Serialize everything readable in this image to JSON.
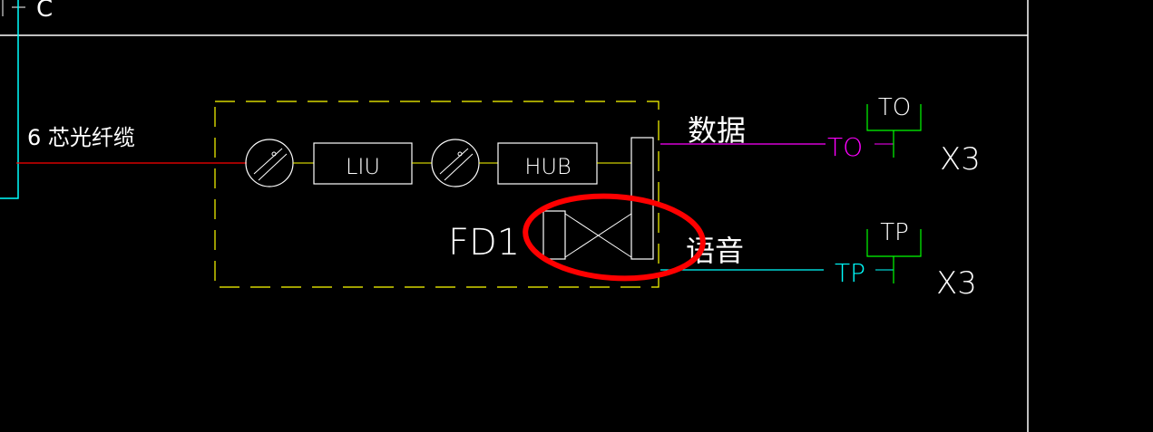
{
  "drawing": {
    "background": "#000000",
    "colors": {
      "white": "#ffffff",
      "yellow": "#ffff00",
      "red": "#ff0000",
      "cyan": "#00ffff",
      "magenta": "#ff00ff",
      "green": "#00ff00",
      "annotation": "#ff0000"
    },
    "top_fragment": {
      "text": "C"
    },
    "fiber_cable_label": "6 芯光纤缆",
    "box_components": {
      "liu_label": "LIU",
      "hub_label": "HUB",
      "fd_label": "FD1"
    },
    "outputs": [
      {
        "channel_label": "数据",
        "line_tag": "TO",
        "outlet_label": "TO",
        "count_label": "X3",
        "line_color": "#ff00ff"
      },
      {
        "channel_label": "语音",
        "line_tag": "TP",
        "outlet_label": "TP",
        "count_label": "X3",
        "line_color": "#00ffff"
      }
    ],
    "annotation": {
      "shape": "ellipse",
      "color": "#ff0000"
    }
  }
}
